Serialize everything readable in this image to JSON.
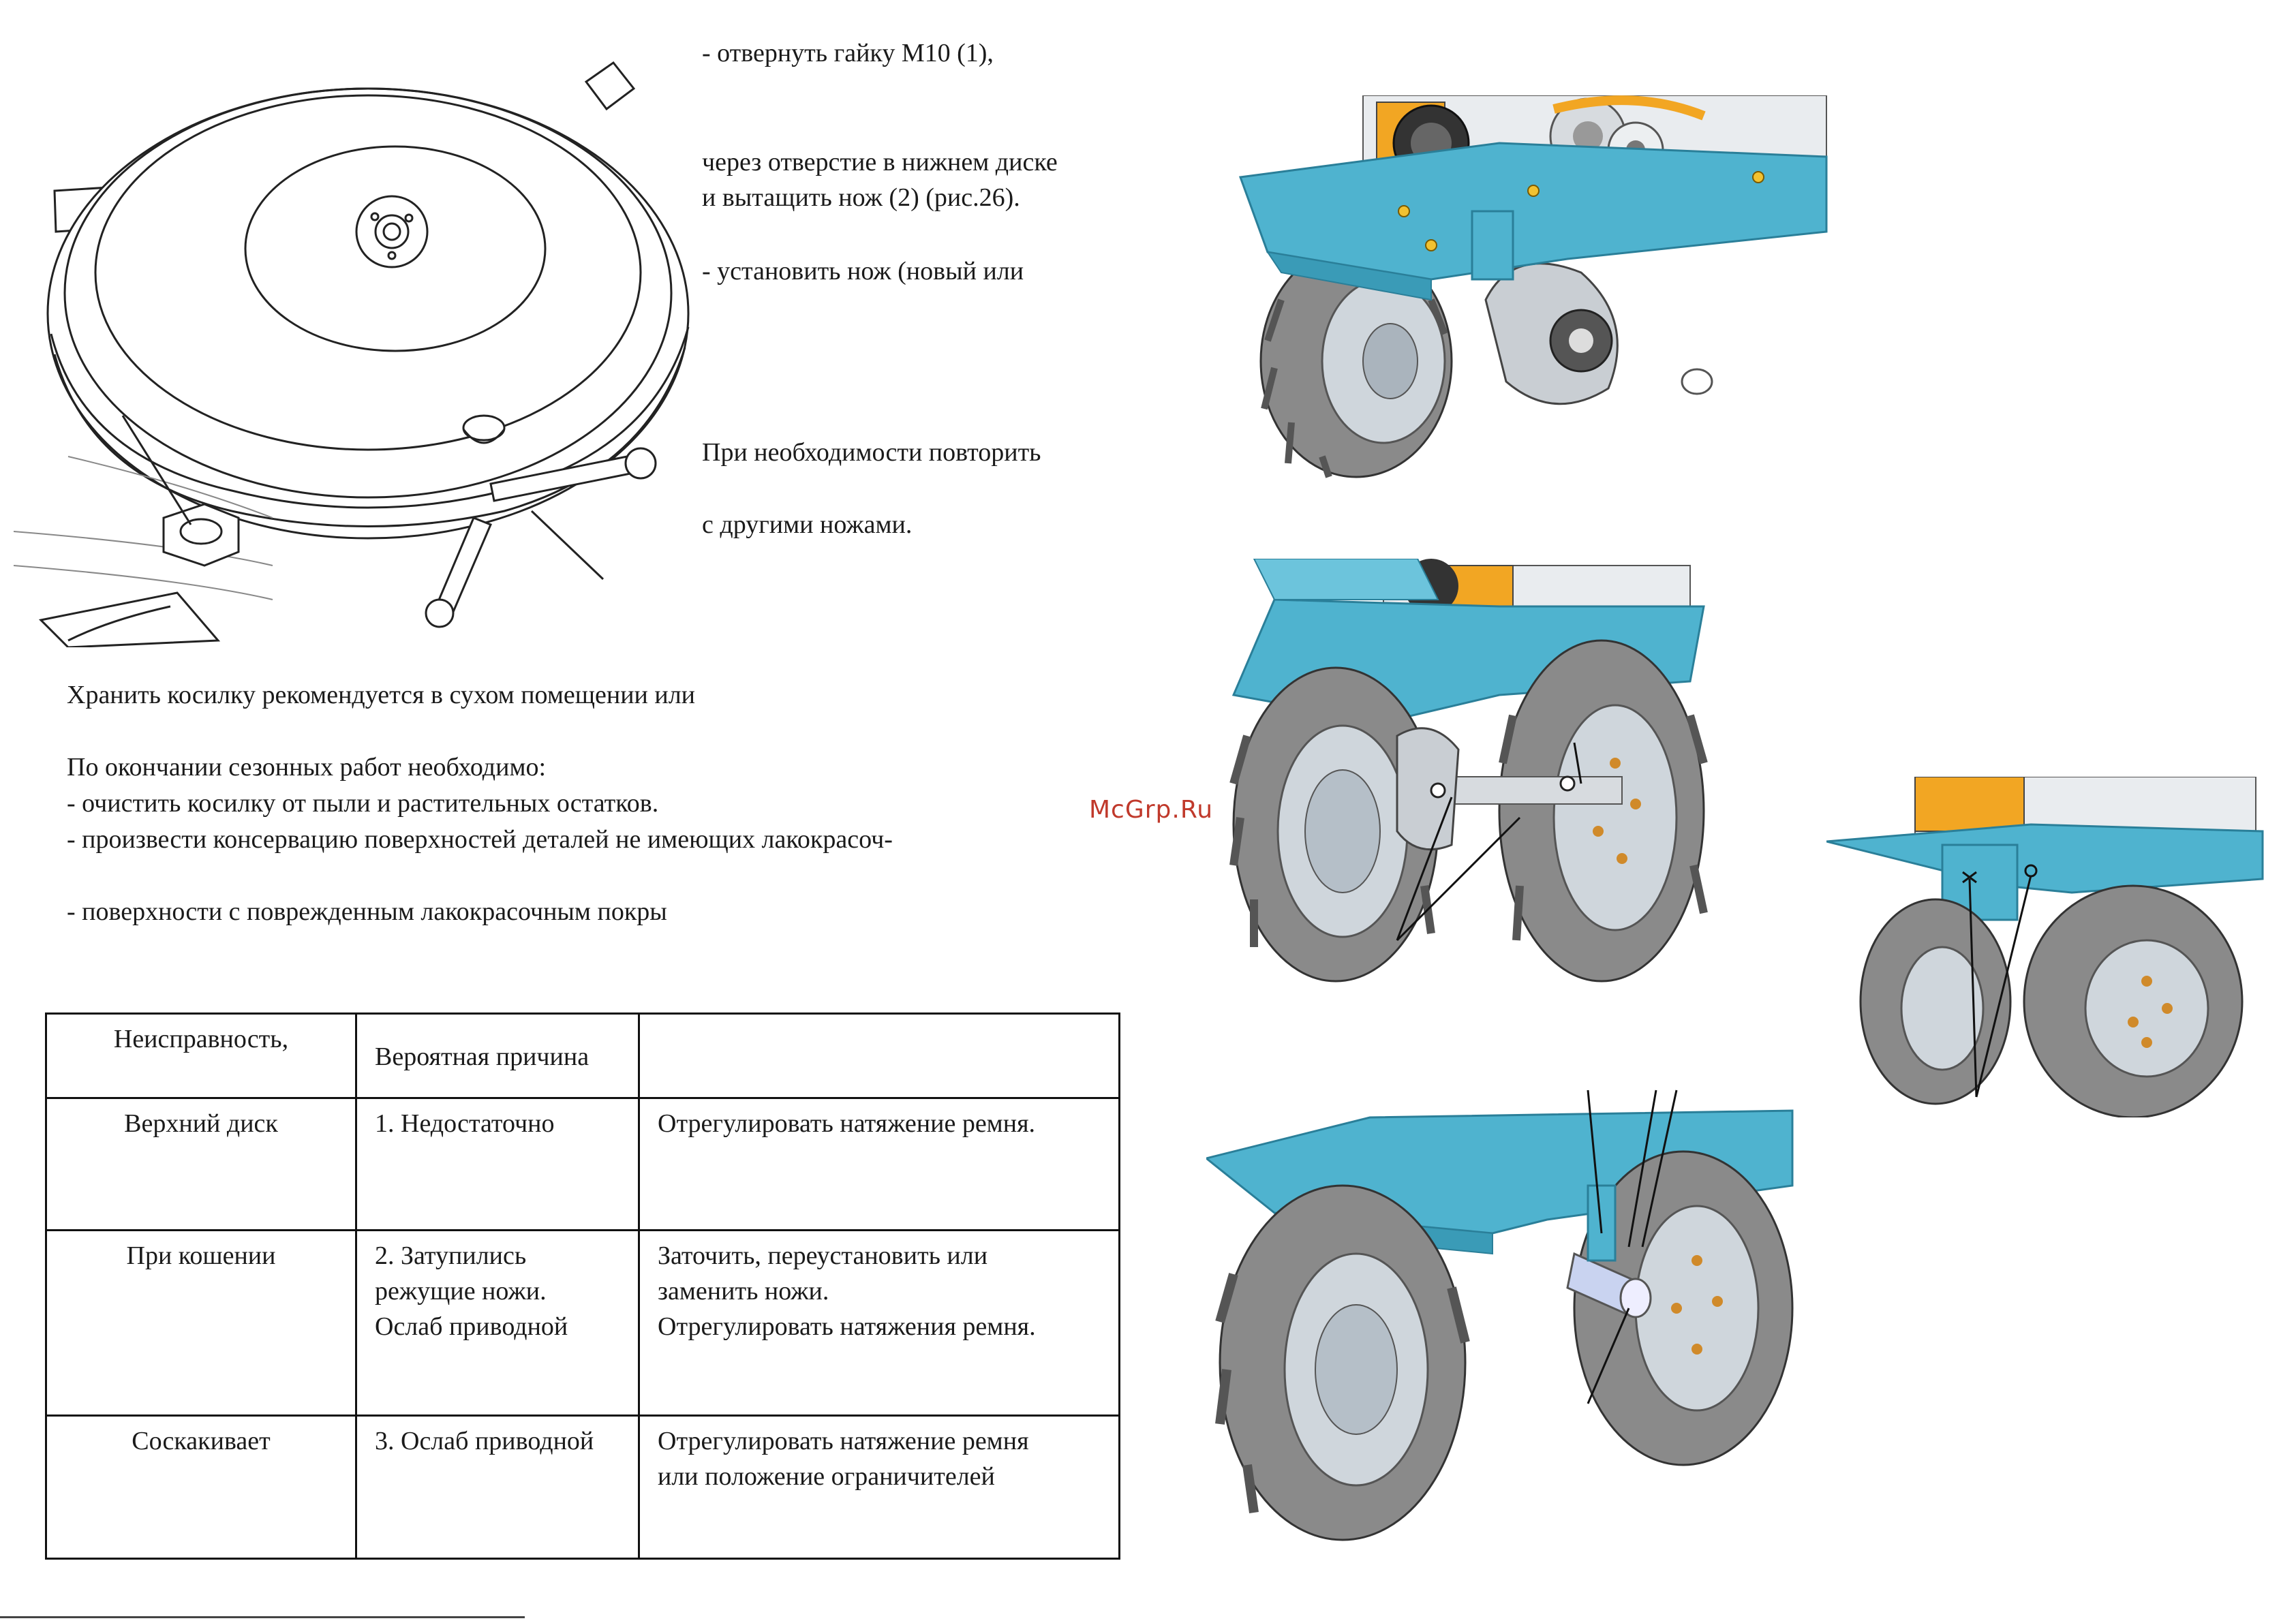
{
  "instructions": [
    "- отвернуть гайку М10 (1),",
    "через отверстие в нижнем диске",
    "и вытащить нож (2) (рис.26).",
    "- установить нож (новый или",
    "При необходимости повторить",
    "с другими ножами."
  ],
  "storage": [
    "Хранить косилку рекомендуется в сухом помещении или",
    "По окончании сезонных работ необходимо:",
    "- очистить косилку от пыли и растительных остатков.",
    "- произвести консервацию поверхностей деталей не имеющих лакокрасоч-",
    "- поверхности с поврежденным лакокрасочным покры"
  ],
  "table": {
    "header": [
      "Неисправность,",
      "Вероятная причина",
      ""
    ],
    "rows": [
      {
        "fault": "Верхний диск",
        "cause": [
          "1. Недостаточно"
        ],
        "remedy": [
          "Отрегулировать натяжение ремня."
        ]
      },
      {
        "fault": "При кошении",
        "cause": [
          "2. Затупились",
          "режущие ножи.",
          "Ослаб приводной"
        ],
        "remedy": [
          "Заточить, переустановить или",
          "заменить ножи.",
          "Отрегулировать натяжения ремня."
        ]
      },
      {
        "fault": "Соскакивает",
        "cause": [
          "3. Ослаб приводной"
        ],
        "remedy": [
          "Отрегулировать натяжение ремня",
          "или положение ограничителей"
        ]
      }
    ]
  },
  "watermark": "McGrp.Ru",
  "colors": {
    "frame": "#4fb3cf",
    "engine": "#f2a623",
    "tire": "#8a8a8a",
    "rim": "#cfd6dc"
  }
}
